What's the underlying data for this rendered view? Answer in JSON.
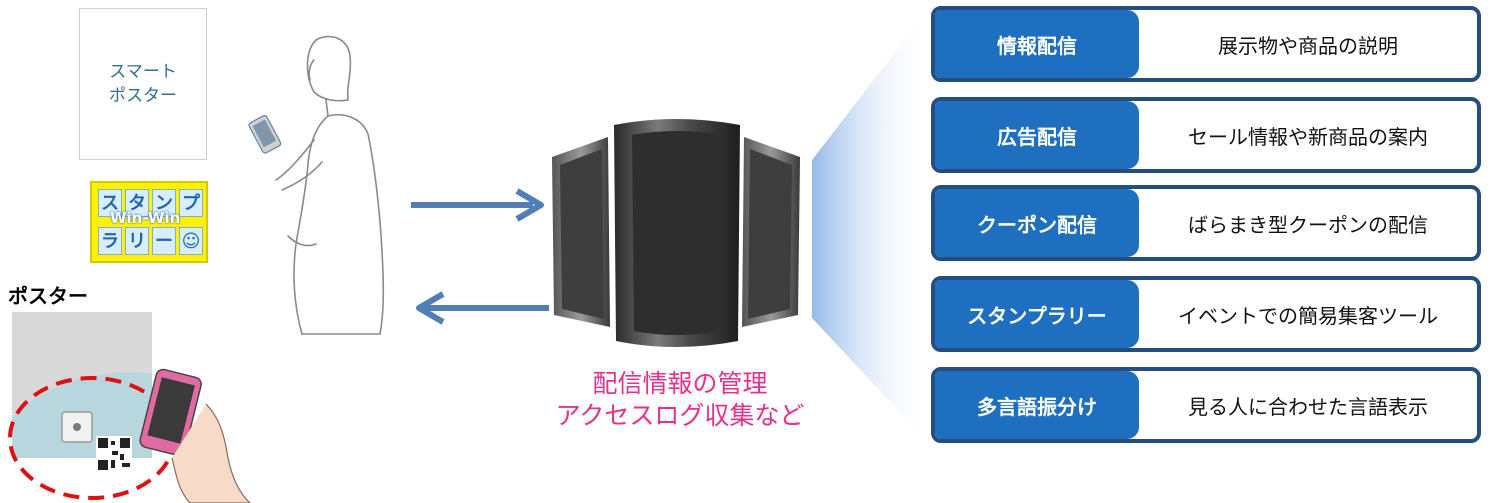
{
  "smart_poster": {
    "label": "スマート\nポスター"
  },
  "stamp_rally_badge": {
    "cells": [
      "ス",
      "タ",
      "ン",
      "プ",
      "ラ",
      "リ",
      "ー",
      "☺"
    ],
    "overlay": "Win-Win"
  },
  "poster_label": "ポスター",
  "server_caption": {
    "line1": "配信情報の管理",
    "line2": "アクセスログ収集など"
  },
  "services": [
    {
      "title": "情報配信",
      "description": "展示物や商品の説明"
    },
    {
      "title": "広告配信",
      "description": "セール情報や新商品の案内"
    },
    {
      "title": "クーポン配信",
      "description": "ばらまき型クーポンの配信"
    },
    {
      "title": "スタンプラリー",
      "description": "イベントでの簡易集客ツール"
    },
    {
      "title": "多言語振分け",
      "description": "見る人に合わせた言語表示"
    }
  ],
  "colors": {
    "accent_blue": "#1f6fc1",
    "border_navy": "#244e7f",
    "caption_pink": "#e7308a",
    "arrow_blue": "#4f7fb5",
    "dashed_red": "#e01010"
  }
}
